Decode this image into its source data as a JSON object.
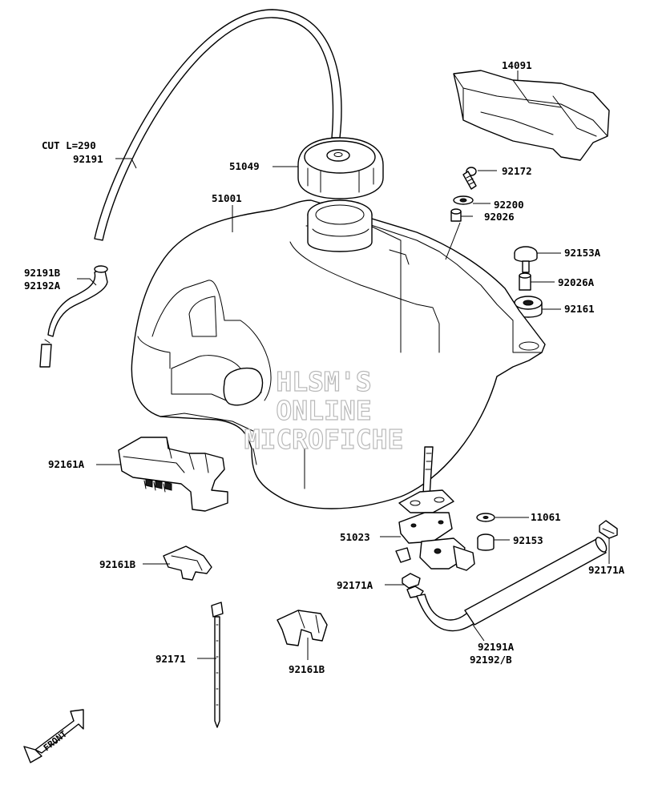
{
  "labels": {
    "p14091": "14091",
    "cut_note": "CUT L=290",
    "p92191": "92191",
    "p51049": "51049",
    "p92172": "92172",
    "p51001": "51001",
    "p92200": "92200",
    "p92026": "92026",
    "p92153A": "92153A",
    "p92191B": "92191B",
    "p92192A": "92192A",
    "p92026A": "92026A",
    "p92161": "92161",
    "p92161A": "92161A",
    "p11061": "11061",
    "p51023": "51023",
    "p92153": "92153",
    "p92161B_left": "92161B",
    "p92171A_right": "92171A",
    "p92171A_mid": "92171A",
    "p92191A": "92191A",
    "p92192B": "92192/B",
    "p92171": "92171",
    "p92161B_bottom": "92161B",
    "front": "FRONT"
  },
  "watermark": {
    "line1": "HLSM'S",
    "line2": "ONLINE",
    "line3": "MICROFICHE"
  }
}
